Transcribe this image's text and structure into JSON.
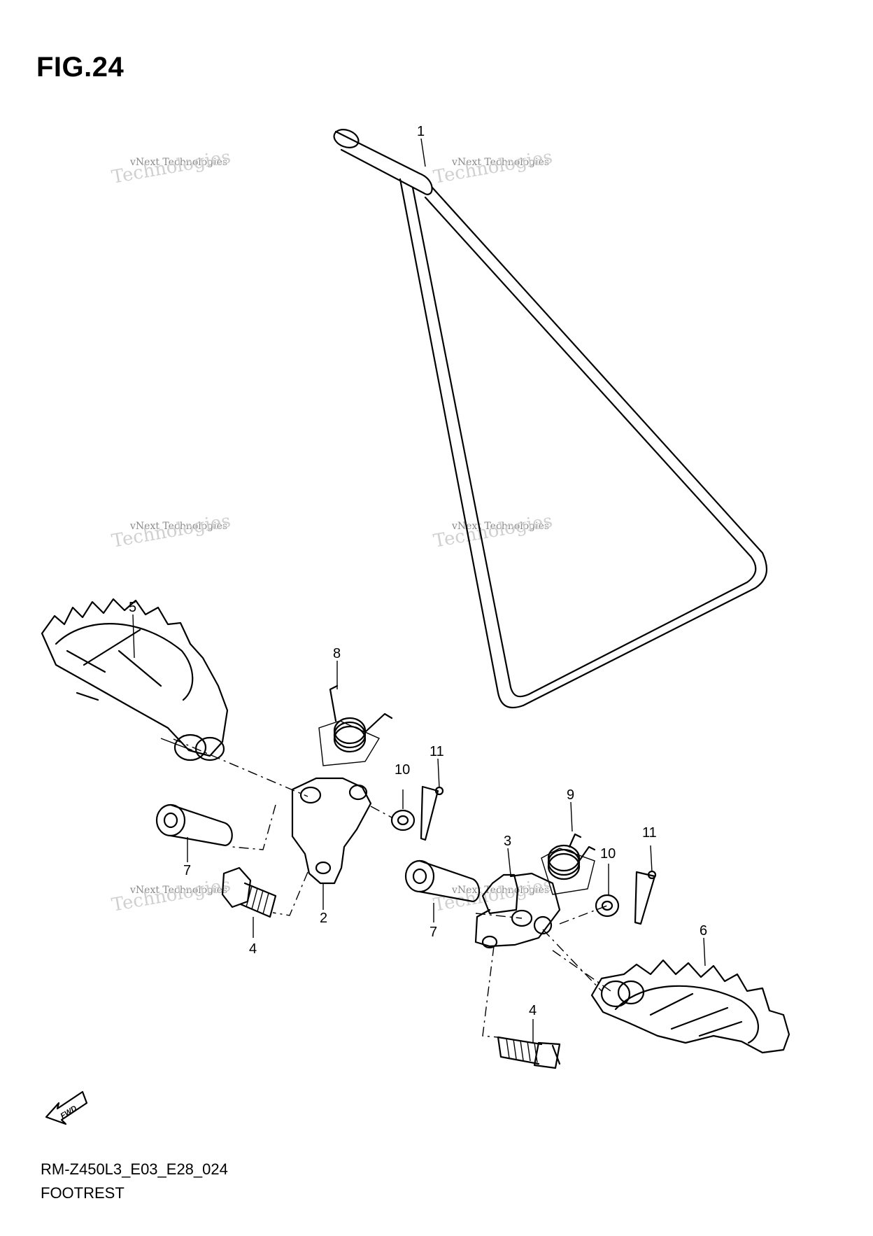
{
  "figure": {
    "title": "FIG.24",
    "model_code": "RM-Z450L3_E03_E28_024",
    "section_name": "FOOTREST"
  },
  "watermark": {
    "line_small": "vNext Technologies",
    "line_large": "Technologies"
  },
  "callouts": [
    "1",
    "2",
    "3",
    "4",
    "4",
    "5",
    "6",
    "7",
    "7",
    "8",
    "9",
    "10",
    "10",
    "11",
    "11"
  ],
  "fwd_label": "FWD"
}
